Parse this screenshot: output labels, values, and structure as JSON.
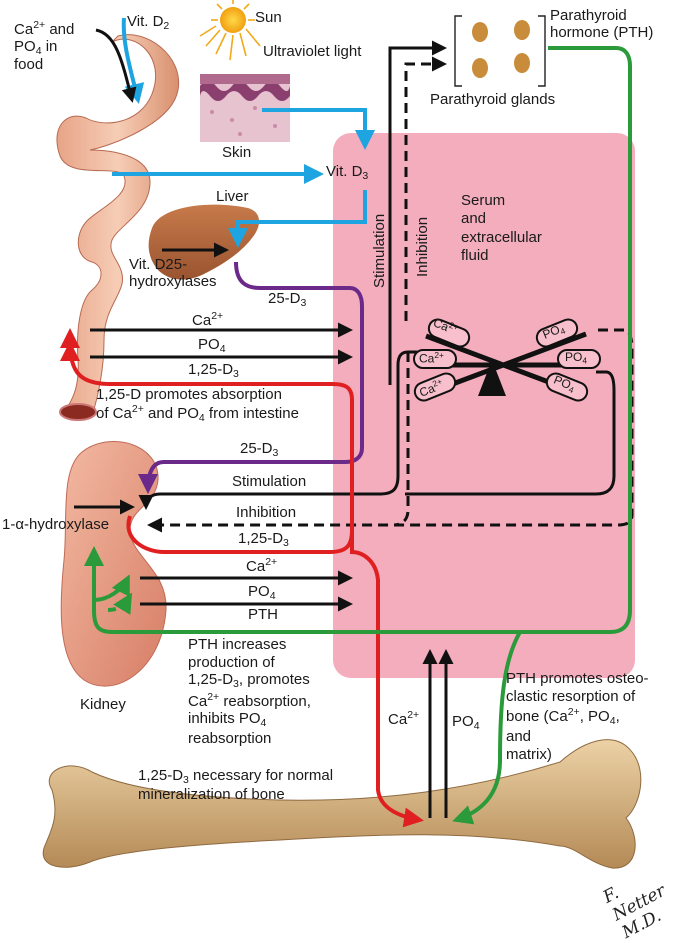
{
  "labels": {
    "food": [
      "Ca",
      "2+",
      " and",
      "PO",
      "4",
      " in",
      "food"
    ],
    "vitd2": [
      "Vit. D",
      "2"
    ],
    "sun": "Sun",
    "uv": "Ultraviolet light",
    "skin": "Skin",
    "vitd3": [
      "Vit. D",
      "3"
    ],
    "liver": "Liver",
    "d25": [
      "Vit. D25-",
      "hydroxylases"
    ],
    "pth_hormone": [
      "Parathyroid",
      "hormone (PTH)"
    ],
    "glands": "Parathyroid glands",
    "serum": [
      "Serum",
      "and",
      "extracellular",
      "fluid"
    ],
    "stimulation_v": "Stimulation",
    "inhibition_v": "Inhibition",
    "d25_3a": [
      "25-D",
      "3"
    ],
    "intestine_ca": [
      "Ca",
      "2+"
    ],
    "intestine_po4": [
      "PO",
      "4"
    ],
    "intestine_125": [
      "1,25-D",
      "3"
    ],
    "promotes_abs": [
      "1,25-D promotes absorption",
      "of Ca",
      "2+",
      " and PO",
      "4",
      " from intestine"
    ],
    "d25_3b": [
      "25-D",
      "3"
    ],
    "stimulation_h": "Stimulation",
    "inhibition_h": "Inhibition",
    "alpha": "1-α-hydroxylase",
    "kidney_125": [
      "1,25-D",
      "3"
    ],
    "kidney_ca": [
      "Ca",
      "2+"
    ],
    "kidney_po4": [
      "PO",
      "4"
    ],
    "kidney_pth": "PTH",
    "pth_kidney": [
      "PTH increases",
      "production of",
      "1,25-D",
      "3",
      ", promotes",
      "Ca",
      "2+",
      " reabsorption,",
      "inhibits PO",
      "4",
      "reabsorption"
    ],
    "kidney": "Kidney",
    "bone_ca": [
      "Ca",
      "2+"
    ],
    "bone_po4": [
      "PO",
      "4"
    ],
    "pth_bone": [
      "PTH promotes osteo-",
      "clastic resorption of",
      "bone (Ca",
      "2+",
      ", PO",
      "4",
      ",",
      "and",
      "matrix)"
    ],
    "bone_mineral": [
      "1,25-D",
      "3",
      " necessary for normal",
      "mineralization of bone"
    ],
    "sensor_ca": [
      "Ca",
      "2+"
    ],
    "sensor_po4": [
      "PO",
      "4"
    ],
    "signature": "F. Netter M.D."
  },
  "colors": {
    "uv_path": "#1ea4e0",
    "red_path": "#e02020",
    "green_path": "#2a9a3a",
    "purple_path": "#6b2a8a",
    "black_path": "#111111",
    "serum_box": "#f2a6b7",
    "bone": "#d8b98a",
    "organ": "#e8a890"
  }
}
